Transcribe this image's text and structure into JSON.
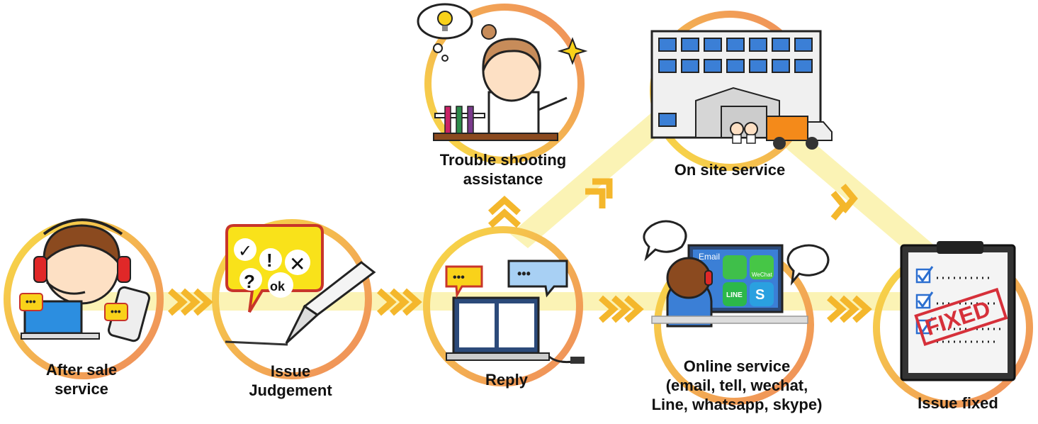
{
  "colors": {
    "path": "#fbf0a2",
    "ring_outer": "#f0966a",
    "ring_inner": "#f7d63e",
    "chevron": "#f6c12a",
    "chevron_dark": "#ee9a20",
    "screen_blue": "#2c7fd6",
    "dark": "#222222"
  },
  "steps": {
    "after_sale": {
      "line1": "After sale",
      "line2": "service"
    },
    "issue_judgement": {
      "line1": "Issue",
      "line2": "Judgement",
      "symbols": {
        "check": "✓",
        "exclaim": "!",
        "cross": "✕",
        "question": "?",
        "ok": "ok"
      }
    },
    "reply": {
      "line1": "Reply"
    },
    "trouble_shooting": {
      "line1": "Trouble shooting",
      "line2": "assistance"
    },
    "on_site": {
      "line1": "On site service"
    },
    "online": {
      "line1": "Online service",
      "line2": "(email, tell, wechat,",
      "line3": "Line, whatsapp, skype)",
      "screen_title": "Email",
      "app_wechat": "WeChat",
      "app_line": "LINE"
    },
    "fixed": {
      "line1": "Issue fixed",
      "stamp": "FIXED"
    }
  },
  "icons": [
    "headset-icon",
    "chat-bubble-icon",
    "pen-icon",
    "laptop-icon",
    "lightbulb-icon",
    "building-icon",
    "truck-icon",
    "clipboard-icon",
    "checkbox-icon",
    "stamp-icon",
    "chevron-arrows-icon"
  ]
}
